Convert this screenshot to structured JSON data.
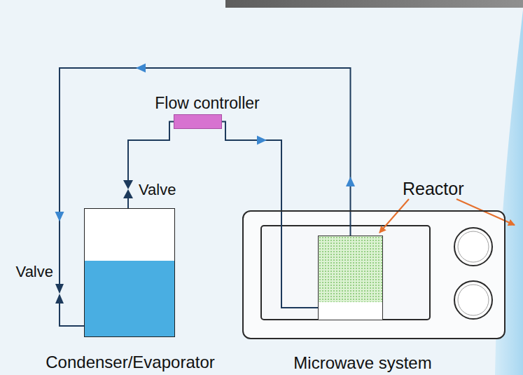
{
  "diagram": {
    "nodes": [
      {
        "text": [
          "Condenser/Evaporator"
        ]
      },
      {
        "text": [
          "Valve"
        ]
      },
      {
        "text": [
          "Flow controller"
        ]
      },
      {
        "text": [
          "Microwave system"
        ]
      },
      {
        "text": [
          "Reactor"
        ],
        "in": 3
      },
      {
        "text": [
          "Valve"
        ]
      }
    ],
    "edges": [
      {
        "from": 0,
        "to": 1,
        "arrow": "none"
      },
      {
        "from": 1,
        "to": 2,
        "arrow": "none"
      },
      {
        "from": 2,
        "to": 4,
        "arrow": "to"
      },
      {
        "from": 4,
        "to": 5,
        "arrow": "to"
      },
      {
        "from": 5,
        "to": 0,
        "arrow": "none"
      }
    ]
  }
}
